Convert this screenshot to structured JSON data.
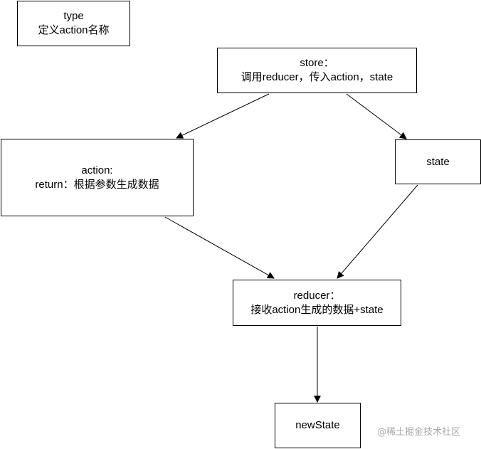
{
  "nodes": {
    "type": {
      "line1": "type",
      "line2": "定义action名称"
    },
    "store": {
      "line1": "store：",
      "line2": "调用reducer，传入action，state"
    },
    "action": {
      "line1": "action:",
      "line2": "return：根据参数生成数据"
    },
    "state": {
      "line1": "state"
    },
    "reducer": {
      "line1": "reducer：",
      "line2": "接收action生成的数据+state"
    },
    "newState": {
      "line1": "newState"
    }
  },
  "edges": [
    {
      "from": "store",
      "to": "action"
    },
    {
      "from": "store",
      "to": "state"
    },
    {
      "from": "action",
      "to": "reducer"
    },
    {
      "from": "state",
      "to": "reducer"
    },
    {
      "from": "reducer",
      "to": "newState"
    }
  ],
  "watermark": "@稀土掘金技术社区",
  "colors": {
    "stroke": "#000000",
    "watermark": "#a8a8a8"
  }
}
